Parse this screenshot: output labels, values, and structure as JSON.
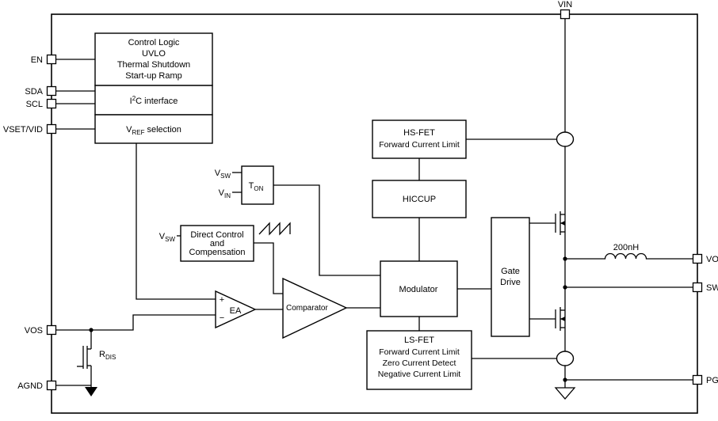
{
  "colors": {
    "line": "#000000",
    "background": "#ffffff",
    "text": "#000000"
  },
  "pins": {
    "vin": "VIN",
    "en": "EN",
    "sda": "SDA",
    "scl": "SCL",
    "vset_vid": "VSET/VID",
    "vos": "VOS",
    "agnd": "AGND",
    "vout": "VOUT",
    "sw": "SW",
    "pgnd": "PGND"
  },
  "blocks": {
    "control_logic": {
      "line1": "Control Logic",
      "line2": "UVLO",
      "line3": "Thermal Shutdown",
      "line4": "Start-up Ramp"
    },
    "i2c_interface": {
      "base": "I",
      "sup": "2",
      "rest": "C interface"
    },
    "vref_selection": {
      "base": "V",
      "sub": "REF",
      "rest": "selection"
    },
    "ton": {
      "base": "T",
      "sub": "ON"
    },
    "direct_control": {
      "line1": "Direct Control",
      "line2": "and",
      "line3": "Compensation"
    },
    "error_amp": {
      "plus": "+",
      "minus": "−",
      "label": "EA"
    },
    "comparator": {
      "label": "Comparator"
    },
    "modulator": {
      "label": "Modulator"
    },
    "hs_fet_limit": {
      "line1": "HS-FET",
      "line2": "Forward Current Limit"
    },
    "hiccup": {
      "label": "HICCUP"
    },
    "ls_fet_limit": {
      "line1": "LS-FET",
      "line2": "Forward Current Limit",
      "line3": "Zero Current Detect",
      "line4": "Negative Current Limit"
    },
    "gate_drive": {
      "line1": "Gate",
      "line2": "Drive"
    }
  },
  "labels": {
    "ton_in_vsw": {
      "base": "V",
      "sub": "SW"
    },
    "ton_in_vin": {
      "base": "V",
      "sub": "IN"
    },
    "dc_in_vsw": {
      "base": "V",
      "sub": "SW"
    },
    "rdis": {
      "base": "R",
      "sub": "DIS"
    },
    "inductor": "200nH"
  }
}
